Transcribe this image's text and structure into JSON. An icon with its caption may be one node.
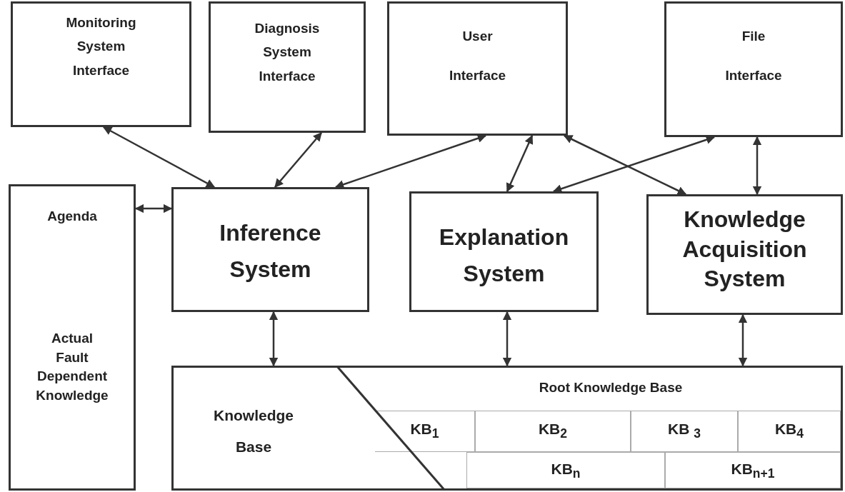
{
  "diagram": {
    "nodes": [
      {
        "text": [
          "Monitoring System Interface"
        ]
      },
      {
        "text": [
          "Diagnosis System Interface"
        ]
      },
      {
        "text": [
          "User Interface"
        ]
      },
      {
        "text": [
          "File Interface"
        ]
      },
      {
        "text": [
          "Agenda",
          "Actual Fault Dependent Knowledge"
        ]
      },
      {
        "text": [
          "Inference System"
        ]
      },
      {
        "text": [
          "Explanation System"
        ]
      },
      {
        "text": [
          "Knowledge Acquisition System"
        ]
      },
      {
        "text": [
          "Knowledge Base"
        ]
      },
      {
        "text": [
          "Root Knowledge Base"
        ],
        "in": 8
      },
      {
        "text": [
          "KB$_{1}$"
        ],
        "in": 8
      },
      {
        "text": [
          "KB$_{2}$"
        ],
        "in": 8
      },
      {
        "text": [
          "KB $_{3}$"
        ],
        "in": 8
      },
      {
        "text": [
          "KB$_{4}$"
        ],
        "in": 8
      },
      {
        "text": [
          "KB$_{n}$"
        ],
        "in": 8
      },
      {
        "text": [
          "KB$_{n+1}$"
        ],
        "in": 8
      }
    ],
    "edges": [
      {
        "from": 0,
        "to": 5,
        "arrow": "both"
      },
      {
        "from": 1,
        "to": 5,
        "arrow": "both"
      },
      {
        "from": 2,
        "to": 5,
        "arrow": "both"
      },
      {
        "from": 2,
        "to": 6,
        "arrow": "both"
      },
      {
        "from": 2,
        "to": 7,
        "arrow": "both"
      },
      {
        "from": 3,
        "to": 6,
        "arrow": "both"
      },
      {
        "from": 3,
        "to": 7,
        "arrow": "both"
      },
      {
        "from": 4,
        "to": 5,
        "arrow": "both"
      },
      {
        "from": 5,
        "to": 8,
        "arrow": "both"
      },
      {
        "from": 6,
        "to": 8,
        "arrow": "both"
      },
      {
        "from": 7,
        "to": 8,
        "arrow": "both"
      }
    ]
  }
}
